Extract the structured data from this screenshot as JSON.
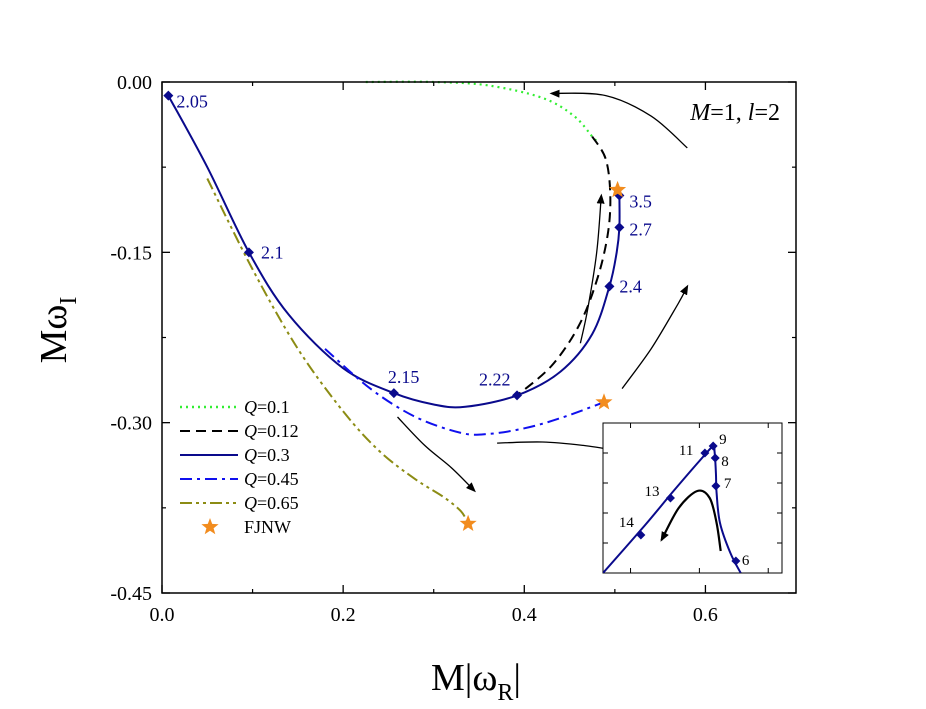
{
  "chart_data": {
    "type": "line",
    "xlabel": {
      "main": "M|ω",
      "sub": "R",
      "suffix": "|"
    },
    "ylabel": {
      "main": "Mω",
      "sub": "I"
    },
    "xlim": [
      0.0,
      0.7
    ],
    "ylim": [
      -0.45,
      0.0
    ],
    "xticks": [
      {
        "v": 0.0,
        "label": "0.0"
      },
      {
        "v": 0.2,
        "label": "0.2"
      },
      {
        "v": 0.4,
        "label": "0.4"
      },
      {
        "v": 0.6,
        "label": "0.6"
      }
    ],
    "yticks": [
      {
        "v": 0.0,
        "label": "0.00"
      },
      {
        "v": -0.15,
        "label": "-0.15"
      },
      {
        "v": -0.3,
        "label": "-0.30"
      },
      {
        "v": -0.45,
        "label": "-0.45"
      }
    ],
    "annotation": {
      "M": "M",
      "eq1": "=1, ",
      "l": "l",
      "eq2": "=2"
    },
    "series": [
      {
        "name": "Q=0.1",
        "q_value": "=0.1",
        "color": "#33ee33",
        "dash": "dot",
        "points": [
          [
            0.225,
            0.0
          ],
          [
            0.3,
            0.0
          ],
          [
            0.36,
            -0.003
          ],
          [
            0.42,
            -0.014
          ],
          [
            0.455,
            -0.03
          ],
          [
            0.475,
            -0.048
          ],
          [
            0.48,
            -0.052
          ]
        ]
      },
      {
        "name": "Q=0.12",
        "q_value": "=0.12",
        "color": "#000000",
        "dash": "dash",
        "points": [
          [
            0.475,
            -0.048
          ],
          [
            0.49,
            -0.068
          ],
          [
            0.495,
            -0.1
          ],
          [
            0.492,
            -0.135
          ],
          [
            0.48,
            -0.175
          ],
          [
            0.46,
            -0.215
          ],
          [
            0.43,
            -0.25
          ],
          [
            0.392,
            -0.276
          ]
        ]
      },
      {
        "name": "Q=0.3",
        "q_value": "=0.3",
        "color": "#0a0a8c",
        "dash": "solid",
        "points": [
          [
            0.007,
            -0.012
          ],
          [
            0.05,
            -0.075
          ],
          [
            0.096,
            -0.15
          ],
          [
            0.14,
            -0.205
          ],
          [
            0.2,
            -0.252
          ],
          [
            0.256,
            -0.274
          ],
          [
            0.3,
            -0.284
          ],
          [
            0.335,
            -0.286
          ],
          [
            0.392,
            -0.276
          ],
          [
            0.44,
            -0.255
          ],
          [
            0.475,
            -0.222
          ],
          [
            0.494,
            -0.18
          ],
          [
            0.502,
            -0.15
          ],
          [
            0.505,
            -0.128
          ],
          [
            0.505,
            -0.1
          ]
        ]
      },
      {
        "name": "Q=0.45",
        "q_value": "=0.45",
        "color": "#1010ee",
        "dash": "dashdot",
        "points": [
          [
            0.18,
            -0.235
          ],
          [
            0.23,
            -0.27
          ],
          [
            0.28,
            -0.295
          ],
          [
            0.33,
            -0.309
          ],
          [
            0.36,
            -0.31
          ],
          [
            0.4,
            -0.305
          ],
          [
            0.44,
            -0.296
          ],
          [
            0.488,
            -0.282
          ]
        ]
      },
      {
        "name": "Q=0.65",
        "q_value": "=0.65",
        "color": "#8c8c14",
        "dash": "dashdotdot",
        "points": [
          [
            0.05,
            -0.085
          ],
          [
            0.1,
            -0.165
          ],
          [
            0.15,
            -0.235
          ],
          [
            0.2,
            -0.29
          ],
          [
            0.24,
            -0.325
          ],
          [
            0.28,
            -0.35
          ],
          [
            0.31,
            -0.365
          ],
          [
            0.33,
            -0.378
          ],
          [
            0.338,
            -0.389
          ]
        ]
      }
    ],
    "markers": [
      {
        "x": 0.007,
        "y": -0.012,
        "label": "2.05",
        "dx": 8,
        "dy": 12
      },
      {
        "x": 0.096,
        "y": -0.15,
        "label": "2.1",
        "dx": 12,
        "dy": 6
      },
      {
        "x": 0.256,
        "y": -0.274,
        "label": "2.15",
        "dx": -6,
        "dy": -10
      },
      {
        "x": 0.392,
        "y": -0.276,
        "label": "2.22",
        "dx": -38,
        "dy": -10
      },
      {
        "x": 0.494,
        "y": -0.18,
        "label": "2.4",
        "dx": 10,
        "dy": 6
      },
      {
        "x": 0.505,
        "y": -0.128,
        "label": "2.7",
        "dx": 10,
        "dy": 8
      },
      {
        "x": 0.505,
        "y": -0.1,
        "label": "3.5",
        "dx": 10,
        "dy": 12
      }
    ],
    "fjnw_points": [
      [
        0.503,
        -0.095
      ],
      [
        0.488,
        -0.282
      ],
      [
        0.338,
        -0.389
      ]
    ],
    "legend": {
      "placement": "lower-left",
      "q_symbol": "Q",
      "fjnw_label": "FJNW",
      "fjnw_color": "#f28c1e"
    },
    "inset": {
      "xlim": [
        0.46,
        0.72
      ],
      "ylim": [
        -0.15,
        0.0
      ],
      "xticks": [
        0.5,
        0.6,
        0.7
      ],
      "yticks": [
        -0.03,
        -0.06,
        -0.09,
        -0.12
      ],
      "curve": [
        [
          0.46,
          -0.15
        ],
        [
          0.52,
          -0.103
        ],
        [
          0.56,
          -0.07
        ],
        [
          0.6,
          -0.038
        ],
        [
          0.62,
          -0.023
        ],
        [
          0.622,
          -0.028
        ],
        [
          0.624,
          -0.05
        ],
        [
          0.625,
          -0.07
        ],
        [
          0.63,
          -0.1
        ],
        [
          0.645,
          -0.13
        ],
        [
          0.66,
          -0.15
        ]
      ],
      "arrow_curve": [
        [
          0.545,
          -0.117
        ],
        [
          0.57,
          -0.085
        ],
        [
          0.597,
          -0.068
        ],
        [
          0.615,
          -0.075
        ],
        [
          0.625,
          -0.1
        ],
        [
          0.631,
          -0.128
        ]
      ],
      "markers": [
        {
          "x": 0.62,
          "y": -0.023,
          "label": "9",
          "dx": 6,
          "dy": -2
        },
        {
          "x": 0.623,
          "y": -0.035,
          "label": "8",
          "dx": 6,
          "dy": 8
        },
        {
          "x": 0.624,
          "y": -0.063,
          "label": "7",
          "dx": 8,
          "dy": 2
        },
        {
          "x": 0.608,
          "y": -0.03,
          "label": "11",
          "dx": -26,
          "dy": 2
        },
        {
          "x": 0.558,
          "y": -0.075,
          "label": "13",
          "dx": -26,
          "dy": -2
        },
        {
          "x": 0.515,
          "y": -0.112,
          "label": "14",
          "dx": -22,
          "dy": -8
        },
        {
          "x": 0.653,
          "y": -0.138,
          "label": "6",
          "dx": 6,
          "dy": 4
        }
      ]
    },
    "arrows": [
      [
        [
          0.58,
          -0.058
        ],
        [
          0.54,
          -0.03
        ],
        [
          0.49,
          -0.012
        ],
        [
          0.43,
          -0.01
        ]
      ],
      [
        [
          0.508,
          -0.27
        ],
        [
          0.54,
          -0.235
        ],
        [
          0.57,
          -0.195
        ],
        [
          0.58,
          -0.18
        ]
      ],
      [
        [
          0.462,
          -0.23
        ],
        [
          0.47,
          -0.2
        ],
        [
          0.48,
          -0.15
        ],
        [
          0.485,
          -0.1
        ]
      ],
      [
        [
          0.37,
          -0.318
        ],
        [
          0.42,
          -0.317
        ],
        [
          0.465,
          -0.32
        ],
        [
          0.505,
          -0.325
        ]
      ],
      [
        [
          0.26,
          -0.295
        ],
        [
          0.29,
          -0.32
        ],
        [
          0.32,
          -0.34
        ],
        [
          0.345,
          -0.36
        ]
      ]
    ]
  }
}
